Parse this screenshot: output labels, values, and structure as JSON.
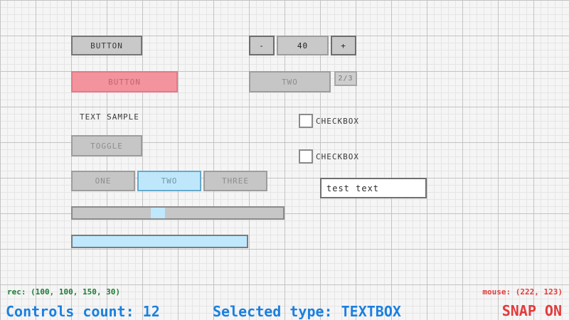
{
  "controls": {
    "button_normal": {
      "label": "BUTTON"
    },
    "button_pink": {
      "label": "BUTTON"
    },
    "stepper": {
      "decrement": "-",
      "value": "40",
      "increment": "+"
    },
    "carousel": {
      "label": "TWO",
      "page_indicator": "2/3"
    },
    "text_sample": {
      "label": "TEXT SAMPLE"
    },
    "toggle": {
      "label": "TOGGLE"
    },
    "tabs": {
      "items": [
        {
          "label": "ONE"
        },
        {
          "label": "TWO"
        },
        {
          "label": "THREE"
        }
      ],
      "selected_index": 1
    },
    "slider": {
      "handle_percent": 40
    },
    "progress_bar": {
      "fill_percent": 100
    },
    "checkbox_1": {
      "label": "CHECKBOX",
      "checked": false
    },
    "checkbox_2": {
      "label": "CHECKBOX",
      "checked": false
    },
    "textbox": {
      "value": "test text"
    }
  },
  "statusbar": {
    "rec": "rec: (100, 100, 150, 30)",
    "controls_count": "Controls count: 12",
    "selected_type": "Selected type: TEXTBOX",
    "mouse": "mouse: (222, 123)",
    "snap": "SNAP ON"
  },
  "colors": {
    "status_blue": "#1a80e0",
    "status_green": "#1e7c35",
    "status_red": "#e23b3b",
    "selection_blue": "#bfe7fb",
    "pink": "#f2939d",
    "gray_fill": "#c9c9c9"
  }
}
